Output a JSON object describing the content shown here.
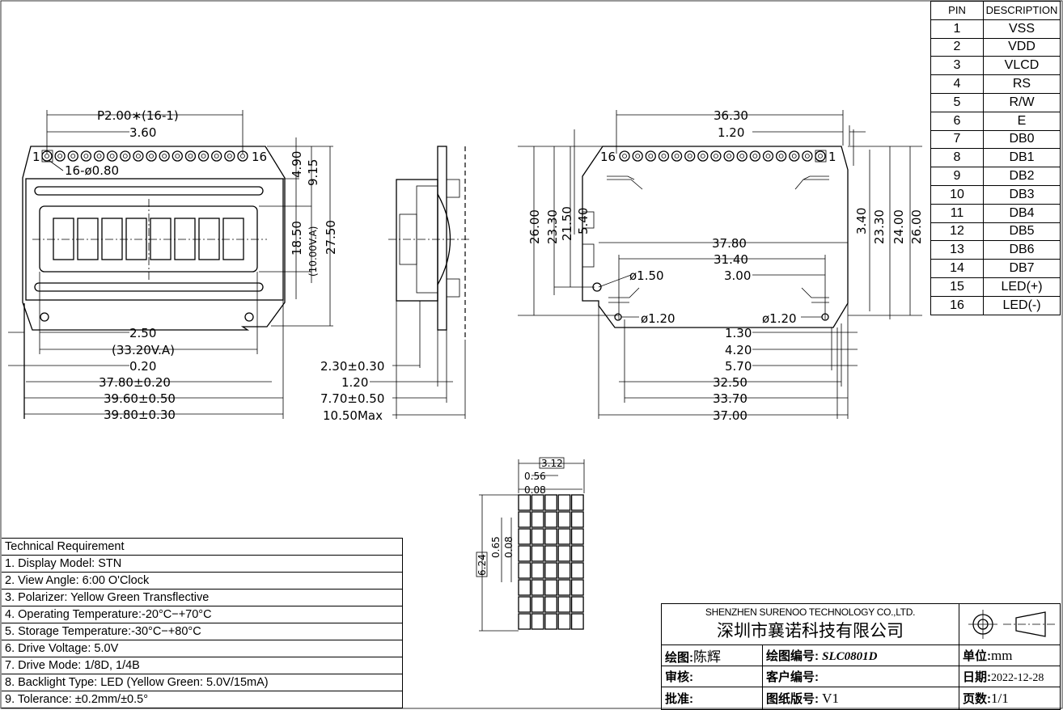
{
  "pin_table": {
    "header": {
      "pin": "PIN",
      "description": "DESCRIPTION"
    },
    "rows": [
      {
        "pin": "1",
        "desc": "VSS"
      },
      {
        "pin": "2",
        "desc": "VDD"
      },
      {
        "pin": "3",
        "desc": "VLCD"
      },
      {
        "pin": "4",
        "desc": "RS"
      },
      {
        "pin": "5",
        "desc": "R/W"
      },
      {
        "pin": "6",
        "desc": "E"
      },
      {
        "pin": "7",
        "desc": "DB0"
      },
      {
        "pin": "8",
        "desc": "DB1"
      },
      {
        "pin": "9",
        "desc": "DB2"
      },
      {
        "pin": "10",
        "desc": "DB3"
      },
      {
        "pin": "11",
        "desc": "DB4"
      },
      {
        "pin": "12",
        "desc": "DB5"
      },
      {
        "pin": "13",
        "desc": "DB6"
      },
      {
        "pin": "14",
        "desc": "DB7"
      },
      {
        "pin": "15",
        "desc": "LED(+)"
      },
      {
        "pin": "16",
        "desc": "LED(-)"
      }
    ]
  },
  "front_view": {
    "pin_pitch": "P2.00∗(16-1)",
    "pin1_offset": "3.60",
    "pin_label_1": "1",
    "pin_label_16": "16",
    "pin_hole": "16-ø0.80",
    "dim_top_pins": "4.90",
    "dim_9_15": "9.15",
    "dim_18_50": "18.50",
    "dim_va_h": "(10.00V.A)",
    "dim_27_50": "27.50",
    "dim_2_50": "2.50",
    "dim_va_w": "(33.20V.A)",
    "dim_0_20": "0.20",
    "dim_37_80": "37.80±0.20",
    "dim_39_60": "39.60±0.50",
    "dim_39_80": "39.80±0.30"
  },
  "side_view": {
    "dim_2_30": "2.30±0.30",
    "dim_1_20": "1.20",
    "dim_7_70": "7.70±0.50",
    "dim_10_50": "10.50Max"
  },
  "back_view": {
    "dim_36_30": "36.30",
    "dim_1_20": "1.20",
    "pin_label_16": "16",
    "pin_label_1": "1",
    "dim_26_00_l": "26.00",
    "dim_23_30_l": "23.30",
    "dim_21_50": "21.50",
    "dim_5_40": "5.40",
    "dim_3_40": "3.40",
    "dim_23_30_r": "23.30",
    "dim_24_00": "24.00",
    "dim_26_00_r": "26.00",
    "dim_37_80": "37.80",
    "dim_31_40": "31.40",
    "hole_1_50": "ø1.50",
    "dim_3_00": "3.00",
    "hole_1_20_l": "ø1.20",
    "hole_1_20_r": "ø1.20",
    "dim_1_30": "1.30",
    "dim_4_20": "4.20",
    "dim_5_70": "5.70",
    "dim_32_50": "32.50",
    "dim_33_70": "33.70",
    "dim_37_00": "37.00"
  },
  "char_detail": {
    "dim_3_12": "3.12",
    "dim_0_56": "0.56",
    "dim_0_08_w": "0.08",
    "dim_6_24": "6.24",
    "dim_0_65": "0.65",
    "dim_0_08_h": "0.08"
  },
  "tech_req": {
    "title": "Technical Requirement",
    "items": [
      "1. Display Model: STN",
      "2. View Angle: 6:00 O'Clock",
      "3. Polarizer: Yellow Green Transflective",
      "4. Operating Temperature:-20°C−+70°C",
      "5. Storage Temperature:-30°C−+80°C",
      "6. Drive Voltage: 5.0V",
      "7. Drive Mode: 1/8D, 1/4B",
      "8. Backlight Type: LED (Yellow Green: 5.0V/15mA)",
      "9. Tolerance: ±0.2mm/±0.5°"
    ]
  },
  "title_block": {
    "company_en": "SHENZHEN SURENOO TECHNOLOGY CO.,LTD.",
    "company_cn": "深圳市襄诺科技有限公司",
    "drawn_label": "绘图:",
    "drawn_value": "陈辉",
    "drawing_no_label": "绘图编号:",
    "drawing_no_value": "SLC0801D",
    "unit_label": "单位:",
    "unit_value": "mm",
    "review_label": "审核:",
    "customer_no_label": "客户编号:",
    "date_label": "日期:",
    "date_value": "2022-12-28",
    "approve_label": "批准:",
    "version_label": "图纸版号:",
    "version_value": "V1",
    "page_label": "页数:",
    "page_value": "1/1"
  }
}
